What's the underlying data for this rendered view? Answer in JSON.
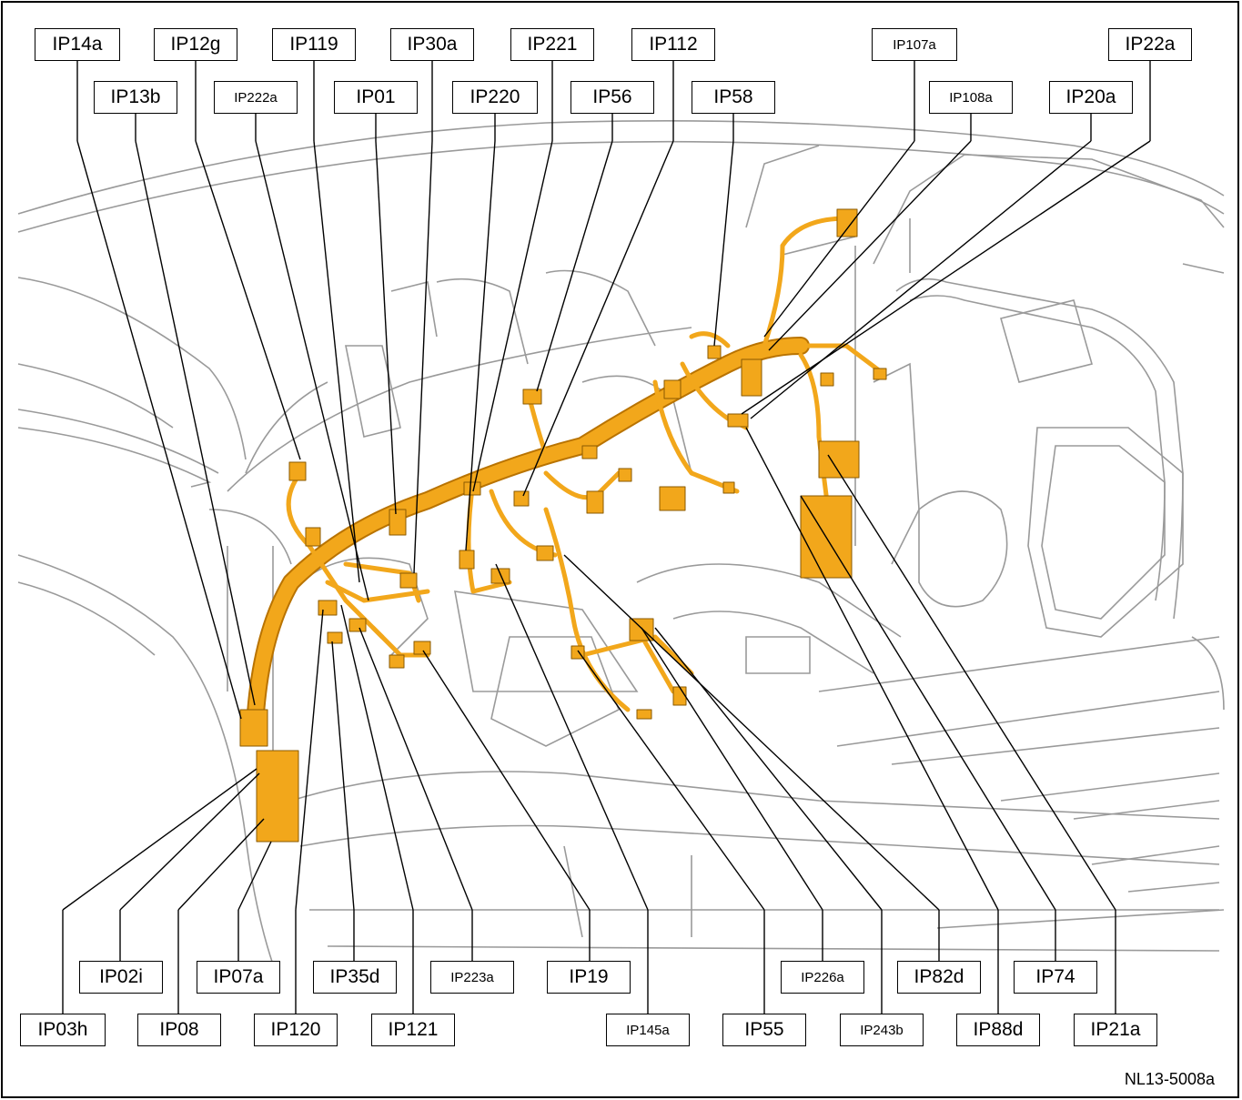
{
  "figure_id": "NL13-5008a",
  "colors": {
    "harness": "#F2A71B",
    "harness_edge": "#B97300",
    "outline": "#9a9a9a",
    "leader": "#000000"
  },
  "labels_top": [
    "IP14a",
    "IP12g",
    "IP119",
    "IP30a",
    "IP221",
    "IP112",
    "IP107a",
    "IP22a"
  ],
  "labels_second": [
    "IP13b",
    "IP222a",
    "IP01",
    "IP220",
    "IP56",
    "IP58",
    "IP108a",
    "IP20a"
  ],
  "labels_bottom_upper": [
    "IP02i",
    "IP07a",
    "IP35d",
    "IP223a",
    "IP19",
    "IP226a",
    "IP82d",
    "IP74"
  ],
  "labels_bottom_lower": [
    "IP03h",
    "IP08",
    "IP120",
    "IP121",
    "IP145a",
    "IP55",
    "IP243b",
    "IP88d",
    "IP21a"
  ]
}
